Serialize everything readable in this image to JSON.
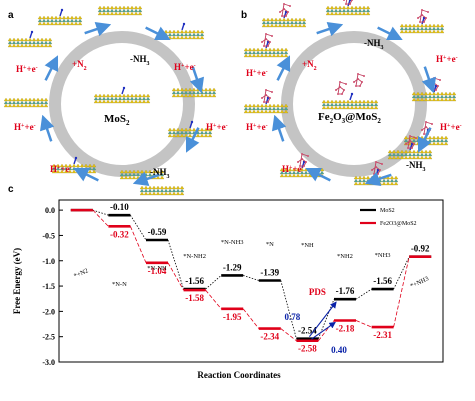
{
  "panels": {
    "a": {
      "label": "a",
      "center": "MoS",
      "center_sub": "2",
      "steps": [
        {
          "text": "+N",
          "sub": "2",
          "color": "red"
        },
        {
          "text": "-NH",
          "sub": "3",
          "color": "black"
        },
        {
          "text": "H",
          "sup": "+",
          "rest": "+e",
          "sup2": "-",
          "color": "red"
        },
        {
          "text": "H",
          "sup": "+",
          "rest": "+e",
          "sup2": "-",
          "color": "red"
        },
        {
          "text": "H",
          "sup": "+",
          "rest": "+e",
          "sup2": "-",
          "color": "red"
        },
        {
          "text": "H",
          "sup": "+",
          "rest": "+e",
          "sup2": "-",
          "color": "red"
        },
        {
          "text": "H",
          "sup": "+",
          "rest": "+e",
          "sup2": "-",
          "color": "red"
        },
        {
          "text": "-NH",
          "sub": "3",
          "color": "black"
        }
      ]
    },
    "b": {
      "label": "b",
      "center": "Fe",
      "center_mid": "O",
      "center_rest": "@MoS",
      "center_subs": [
        "2",
        "3",
        "2"
      ],
      "steps": [
        {
          "text": "+N",
          "sub": "2",
          "color": "red"
        },
        {
          "text": "-NH",
          "sub": "3",
          "color": "black"
        },
        {
          "text": "H",
          "sup": "+",
          "rest": "+e",
          "sup2": "-",
          "color": "red"
        },
        {
          "text": "H",
          "sup": "+",
          "rest": "+e",
          "sup2": "-",
          "color": "red"
        },
        {
          "text": "H",
          "sup": "+",
          "rest": "+e",
          "sup2": "-",
          "color": "red"
        },
        {
          "text": "H",
          "sup": "+",
          "rest": "+e",
          "sup2": "-",
          "color": "red"
        },
        {
          "text": "H",
          "sup": "+",
          "rest": "+e",
          "sup2": "-",
          "color": "red"
        },
        {
          "text": "-NH",
          "sub": "3",
          "color": "black"
        }
      ]
    },
    "c": {
      "label": "c"
    }
  },
  "chart_data": {
    "type": "line",
    "xlabel": "Reaction Coordinates",
    "ylabel": "Free Energy (eV)",
    "ylim": [
      -3.0,
      0.2
    ],
    "yticks": [
      "0.0",
      "-0.5",
      "-1.0",
      "-1.5",
      "-2.0",
      "-2.5",
      "-3.0"
    ],
    "intermediates": [
      "*+N2",
      "*N-N",
      "*N-NH",
      "*N-NH2",
      "*N-NH3",
      "*N",
      "*NH",
      "*NH2",
      "*NH3",
      "*+NH3"
    ],
    "series": [
      {
        "name": "MoS2",
        "color": "#000000",
        "values": [
          0.0,
          -0.1,
          -0.59,
          -1.56,
          -1.29,
          -1.39,
          -2.54,
          -1.76,
          -1.56,
          -0.92
        ]
      },
      {
        "name": "Fe2O3@MoS2",
        "color": "#e0001a",
        "values": [
          0.0,
          -0.32,
          -1.04,
          -1.58,
          -1.95,
          -2.34,
          -2.58,
          -2.18,
          -2.31,
          -0.92
        ]
      }
    ],
    "value_labels": {
      "MoS2": [
        "-0.10",
        "-0.59",
        "-1.56",
        "-1.29",
        "-1.39",
        "-2.54",
        "-1.76",
        "-1.56",
        "-0.92"
      ],
      "Fe2O3@MoS2": [
        "-0.32",
        "-1.04",
        "-1.58",
        "-1.95",
        "-2.34",
        "-2.58",
        "-2.18",
        "-2.31"
      ]
    },
    "annotations": {
      "pds": "PDS",
      "barrier_mos2": "0.78",
      "barrier_fe2o3": "0.40"
    },
    "legend_position": "top-right"
  }
}
